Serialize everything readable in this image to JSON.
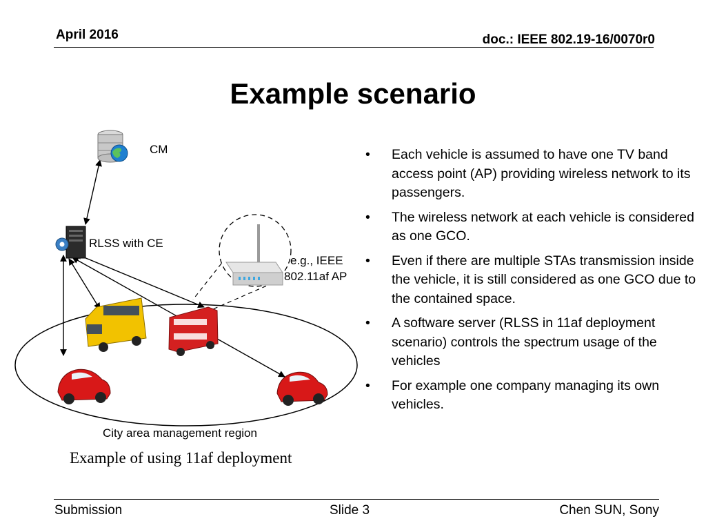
{
  "header": {
    "date": "April 2016",
    "doc": "doc.: IEEE 802.19-16/0070r0"
  },
  "title": "Example scenario",
  "diagram": {
    "cm_label": "CM",
    "rlss_label": "RLSS with CE",
    "ap_label_line1": "e.g., IEEE",
    "ap_label_line2": "802.11af AP",
    "region_label": "City area management region"
  },
  "caption": "Example of using 11af deployment",
  "bullets": [
    "Each vehicle is assumed to have one TV band access point (AP) providing wireless network to its passengers.",
    "The wireless network at each vehicle is considered as one GCO.",
    "Even if there are multiple STAs transmission inside the vehicle, it is still considered as one GCO due to the contained space.",
    "A software server (RLSS in 11af deployment scenario) controls the spectrum usage of the vehicles",
    "For example one company managing its own vehicles."
  ],
  "bullet_glyph": "•",
  "footer": {
    "left": "Submission",
    "center": "Slide 3",
    "right": "Chen SUN, Sony"
  },
  "icons": [
    "database-globe-icon",
    "server-gear-icon",
    "wireless-router-icon",
    "school-bus-icon",
    "double-decker-bus-icon",
    "red-car-icon"
  ],
  "colors": {
    "bus_yellow": "#f2c200",
    "bus_red": "#d42020",
    "car_red": "#d81818",
    "globe_blue": "#1e7fd0"
  }
}
